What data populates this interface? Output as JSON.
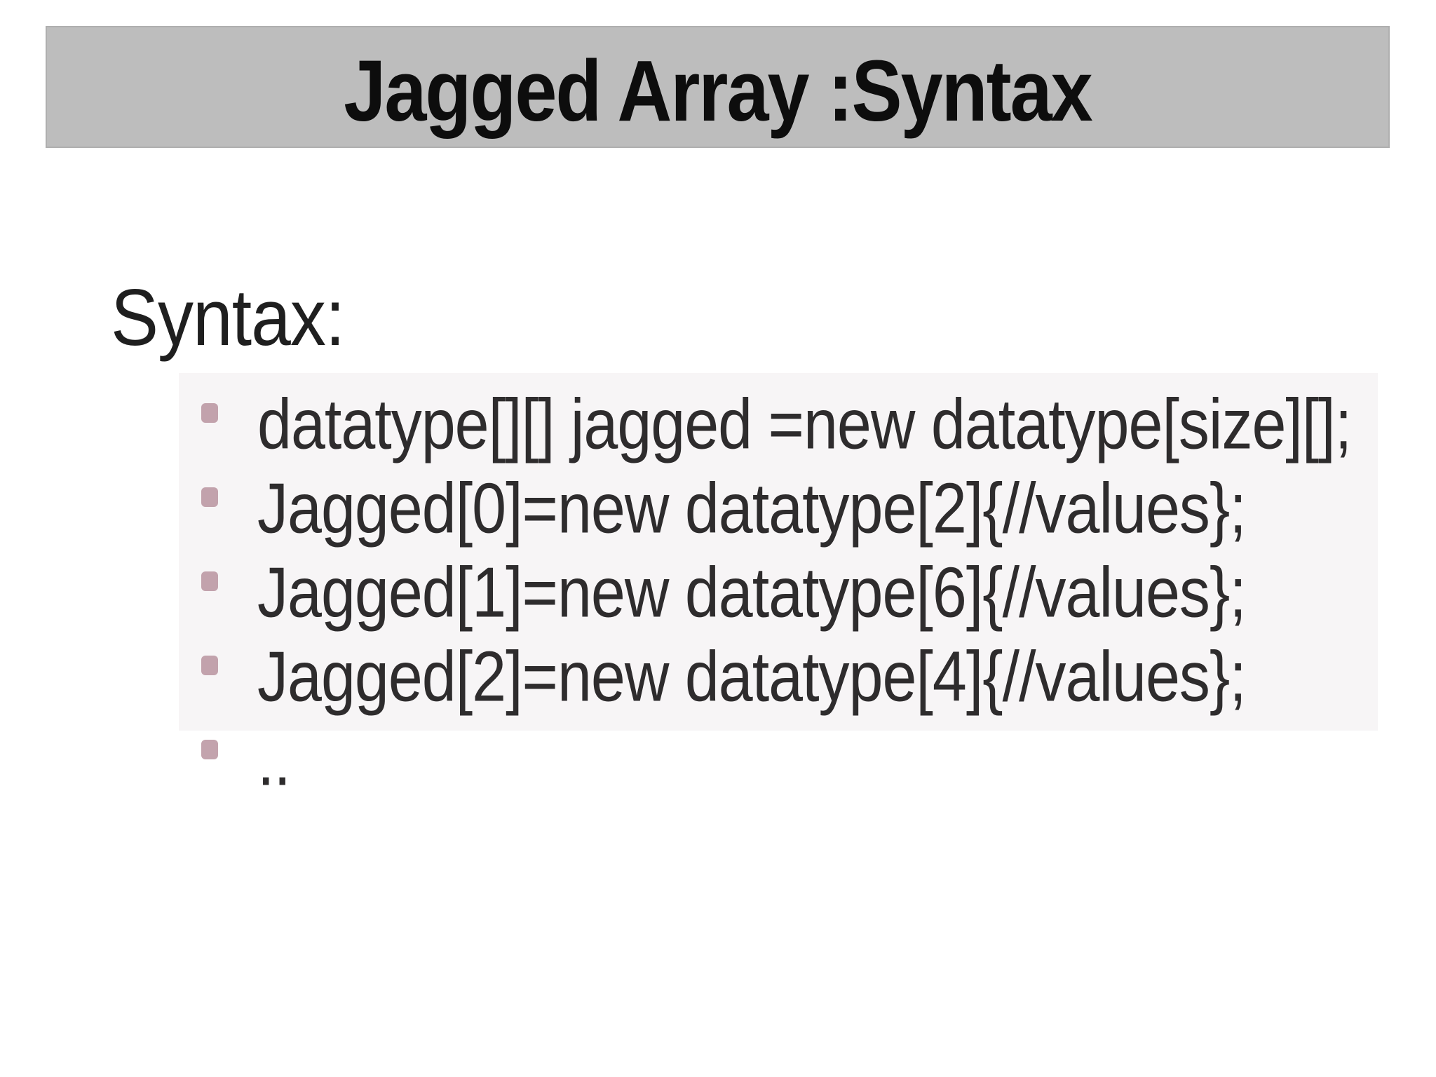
{
  "slide": {
    "title": "Jagged Array :Syntax",
    "heading": "Syntax:",
    "bullets": [
      "datatype[][] jagged =new datatype[size][];",
      "Jagged[0]=new datatype[2]{//values};",
      "Jagged[1]=new datatype[6]{//values};",
      "Jagged[2]=new datatype[4]{//values};",
      ".."
    ],
    "colors": {
      "banner_bg": "#bdbdbd",
      "banner_border": "#afafaf",
      "title_text": "#0d0d0d",
      "heading_text": "#1f1f1f",
      "body_text": "#2e2c2d",
      "bullet_marker": "#b9939f",
      "page_bg": "#ffffff",
      "content_tint": "#f7f5f6"
    }
  }
}
